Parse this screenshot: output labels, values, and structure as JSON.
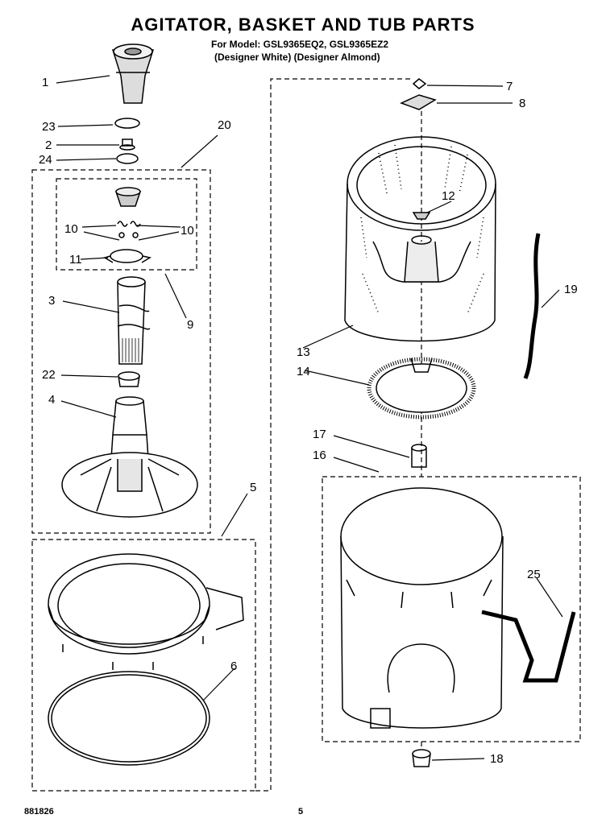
{
  "header": {
    "title": "AGITATOR, BASKET AND TUB PARTS",
    "models_line": "For Model: GSL9365EQ2, GSL9365EZ2",
    "colors_line": "(Designer White) (Designer Almond)"
  },
  "callouts": {
    "c1": "1",
    "c2": "2",
    "c3": "3",
    "c4": "4",
    "c5": "5",
    "c6": "6",
    "c7": "7",
    "c8": "8",
    "c9": "9",
    "c10a": "10",
    "c10b": "10",
    "c11": "11",
    "c12": "12",
    "c13": "13",
    "c14": "14",
    "c16": "16",
    "c17": "17",
    "c18": "18",
    "c19": "19",
    "c20": "20",
    "c22": "22",
    "c23": "23",
    "c24": "24",
    "c25": "25"
  },
  "footer": {
    "doc_number": "881826",
    "page": "5"
  }
}
